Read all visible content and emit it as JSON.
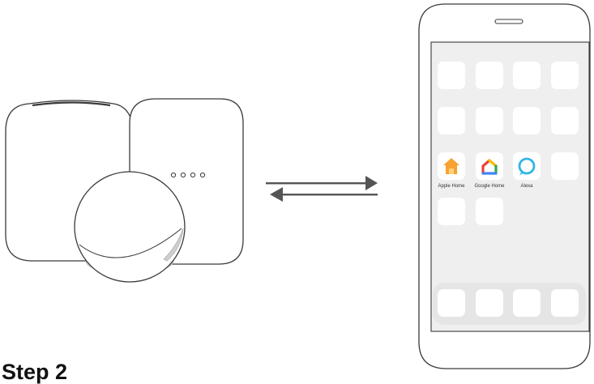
{
  "step": {
    "title": "Step 2"
  },
  "smart_speakers": {
    "items": [
      {
        "id": "homepod",
        "icon": "homepod-icon"
      },
      {
        "id": "google-nest",
        "icon": "nest-speaker-icon",
        "indicator_dots": 4
      },
      {
        "id": "echo-dot",
        "icon": "echo-dot-icon"
      }
    ]
  },
  "connection": {
    "icon": "bidirectional-arrows-icon"
  },
  "phone": {
    "apps": [
      {
        "label": "Apple Home",
        "icon": "apple-home-icon",
        "color": "#F7A233"
      },
      {
        "label": "Google Home",
        "icon": "google-home-icon",
        "colors": [
          "#EA4335",
          "#FBBC05",
          "#34A853",
          "#4285F4"
        ]
      },
      {
        "label": "Alexa",
        "icon": "alexa-icon",
        "color": "#2FB4E6"
      }
    ]
  }
}
